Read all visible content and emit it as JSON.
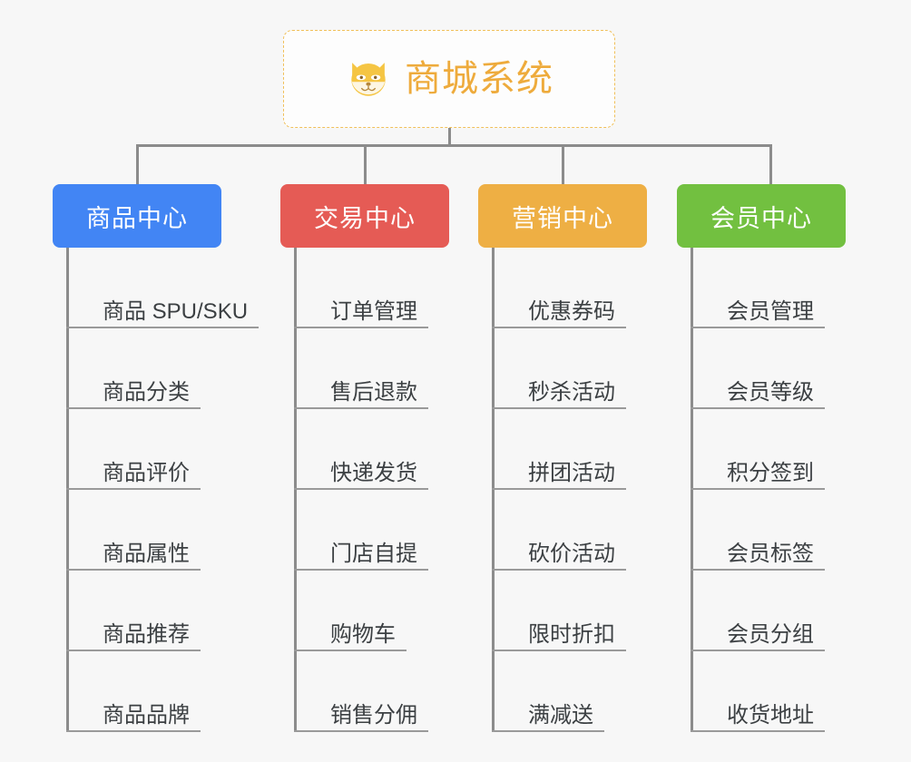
{
  "root": {
    "title": "商城系统",
    "icon": "shiba-dog-face-icon",
    "border_color": "#f0c05a",
    "text_color": "#eeab3c"
  },
  "canvas": {
    "background": "#f7f7f7",
    "connector_color": "#8c8c8c",
    "leaf_text_color": "#3c4043",
    "leaf_underline_color": "#9a9a9a"
  },
  "columns": [
    {
      "title": "商品中心",
      "color": "#4285f4",
      "items": [
        "商品 SPU/SKU",
        "商品分类",
        "商品评价",
        "商品属性",
        "商品推荐",
        "商品品牌"
      ]
    },
    {
      "title": "交易中心",
      "color": "#e55b55",
      "items": [
        "订单管理",
        "售后退款",
        "快递发货",
        "门店自提",
        "购物车",
        "销售分佣"
      ]
    },
    {
      "title": "营销中心",
      "color": "#eeaf44",
      "items": [
        "优惠券码",
        "秒杀活动",
        "拼团活动",
        "砍价活动",
        "限时折扣",
        "满减送"
      ]
    },
    {
      "title": "会员中心",
      "color": "#72c040",
      "items": [
        "会员管理",
        "会员等级",
        "积分签到",
        "会员标签",
        "会员分组",
        "收货地址"
      ]
    }
  ]
}
